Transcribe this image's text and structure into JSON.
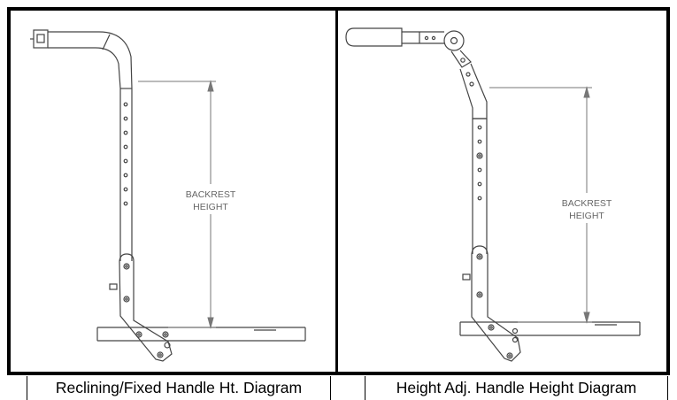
{
  "diagrams": [
    {
      "caption": "Reclining/Fixed Handle Ht. Diagram",
      "dimension_label_line1": "BACKREST",
      "dimension_label_line2": "HEIGHT"
    },
    {
      "caption": "Height Adj. Handle Height Diagram",
      "dimension_label_line1": "BACKREST",
      "dimension_label_line2": "HEIGHT"
    }
  ],
  "colors": {
    "border": "#000000",
    "line": "#444444",
    "dimension": "#777777"
  }
}
